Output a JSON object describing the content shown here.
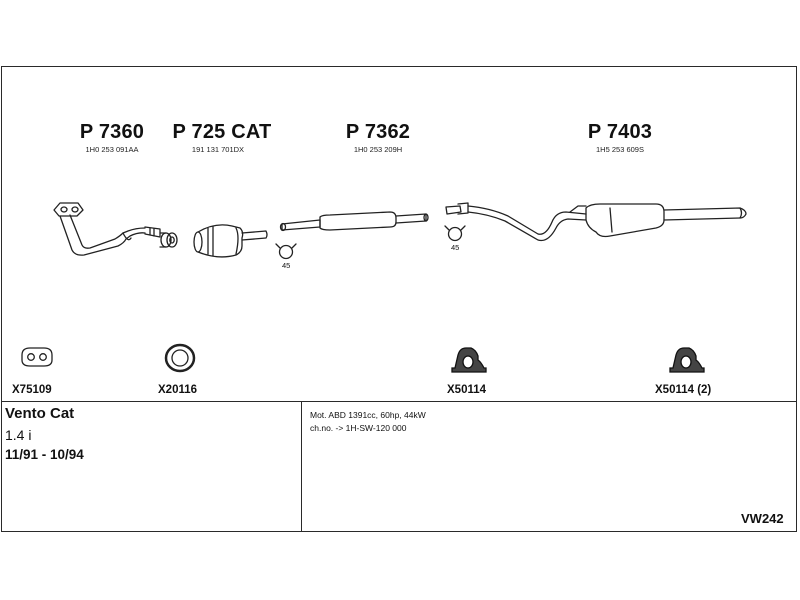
{
  "parts": [
    {
      "label": "P 7360",
      "oem": "1H0 253 091AA"
    },
    {
      "label": "P 725 CAT",
      "oem": "191 131 701DX"
    },
    {
      "label": "P 7362",
      "oem": "1H0 253 209H"
    },
    {
      "label": "P 7403",
      "oem": "1H5 253 609S"
    }
  ],
  "clamp_labels": [
    "45",
    "45"
  ],
  "accessories": [
    {
      "code": "X75109",
      "icon": "flange-gasket-icon"
    },
    {
      "code": "X20116",
      "icon": "sealing-ring-icon"
    },
    {
      "code": "X50114",
      "icon": "rubber-mount-icon"
    },
    {
      "code": "X50114 (2)",
      "icon": "rubber-mount-icon"
    }
  ],
  "vehicle": {
    "model": "Vento Cat",
    "engine": "1.4 i",
    "years": "11/91 - 10/94"
  },
  "notes": {
    "motor": "Mot. ABD 1391cc, 60hp, 44kW",
    "chassis": "ch.no. -> 1H-SW-120 000"
  },
  "diagram_code": "VW242"
}
